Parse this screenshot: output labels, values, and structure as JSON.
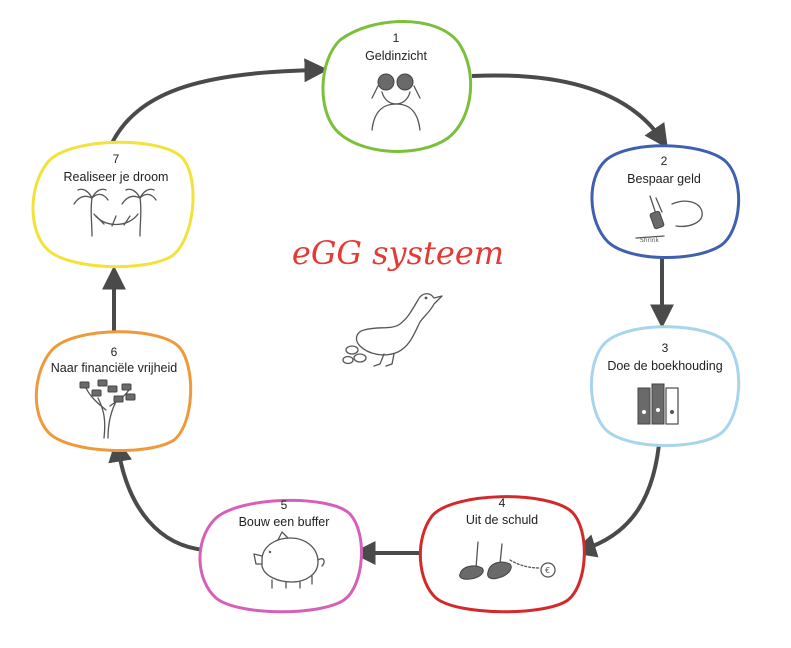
{
  "title": "eGG systeem",
  "colors": {
    "arrow": "#4a4a4a",
    "title": "#e53935",
    "step1": "#7cbf3a",
    "step2": "#3f5fb0",
    "step3": "#a8d4ee",
    "step4": "#d22a2a",
    "step5": "#d660b8",
    "step6": "#ef9a3a",
    "step7": "#f2e23a"
  },
  "steps": [
    {
      "number": "1",
      "label": "Geldinzicht",
      "icon": "binoculars-person-icon"
    },
    {
      "number": "2",
      "label": "Bespaar geld",
      "icon": "scissors-coupon-icon"
    },
    {
      "number": "3",
      "label": "Doe de boekhouding",
      "icon": "binders-icon"
    },
    {
      "number": "4",
      "label": "Uit de schuld",
      "icon": "ball-and-chain-feet-icon"
    },
    {
      "number": "5",
      "label": "Bouw een buffer",
      "icon": "piggy-bank-icon"
    },
    {
      "number": "6",
      "label": "Naar financiële vrijheid",
      "icon": "money-tree-icon"
    },
    {
      "number": "7",
      "label": "Realiseer je droom",
      "icon": "hammock-palms-icon"
    }
  ]
}
